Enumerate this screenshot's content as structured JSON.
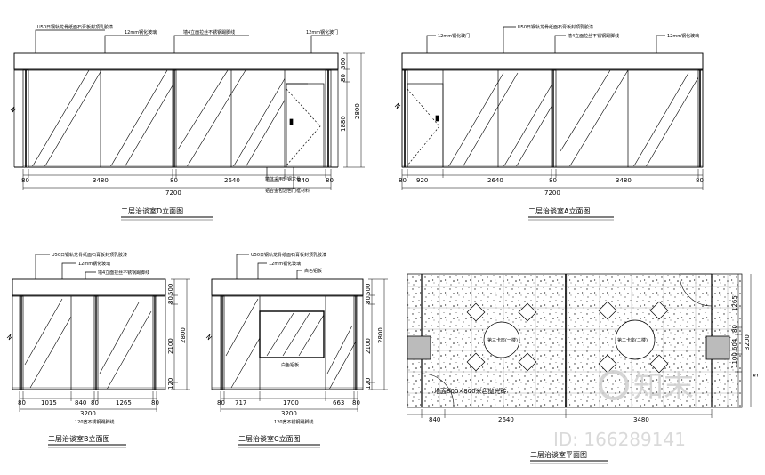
{
  "views": {
    "e1": {
      "title": "二层治谈室D立面图",
      "notes": [
        "U50日钢轨龙骨纸面石膏板封顶乳胶漆",
        "12mm钢化玻璃",
        "墙4立面拉丝不锈钢踢脚线",
        "12mm钢化玻门"
      ],
      "bottom_notes": [
        "墙体采用轻钢龙骨",
        "铝合金包边色门框材料"
      ],
      "h_dims": [
        "80",
        "3480",
        "80",
        "2640",
        "840",
        "80"
      ],
      "total": "7200",
      "v_dims": [
        "500",
        "80",
        "1880",
        "2800"
      ]
    },
    "e2": {
      "title": "二层治谈室A立面图",
      "notes": [
        "12mm钢化玻门",
        "U50日钢轨龙骨纸面石膏板封顶乳胶漆",
        "墙4立面拉丝不锈钢踢脚线",
        "12mm钢化玻璃"
      ],
      "h_dims": [
        "80",
        "920",
        "2640",
        "80",
        "3480",
        "80"
      ],
      "total": "7200"
    },
    "e3": {
      "title": "二层治谈室B立面图",
      "notes": [
        "U50日钢轨龙骨纸面石膏板封顶乳胶漆",
        "12mm钢化玻璃",
        "墙4立面拉丝不锈钢踢脚线"
      ],
      "h_dims": [
        "80",
        "1015",
        "840",
        "80",
        "1265",
        "80"
      ],
      "total": "3200",
      "bottom_note": "120宽不锈钢踢脚线",
      "v_dims": [
        "500",
        "80",
        "2100",
        "2800",
        "120"
      ]
    },
    "e4": {
      "title": "二层治谈室C立面图",
      "notes": [
        "U50日钢轨龙骨纸面石膏板封顶乳胶漆",
        "12mm钢化玻璃",
        "白色铝板"
      ],
      "label": "白色铝板",
      "h_dims": [
        "80",
        "717",
        "1700",
        "663",
        "80"
      ],
      "total": "3200",
      "bottom_note": "120宽不锈钢踢脚线",
      "v_dims": [
        "500",
        "80",
        "2100",
        "2800",
        "120"
      ]
    },
    "plan": {
      "title": "二层治谈室平面图",
      "label_floor": "地面800×800米色抛光砖",
      "label_t1": "第三卡座(一楼)",
      "label_t2": "第二卡座(二楼)",
      "h_dims": [
        "840",
        "2640",
        "3480"
      ],
      "v_dims": [
        "1265",
        "80",
        "604",
        "1100",
        "3200",
        "5"
      ]
    }
  },
  "watermark": {
    "logo": "知末",
    "id": "ID: 166289141"
  }
}
